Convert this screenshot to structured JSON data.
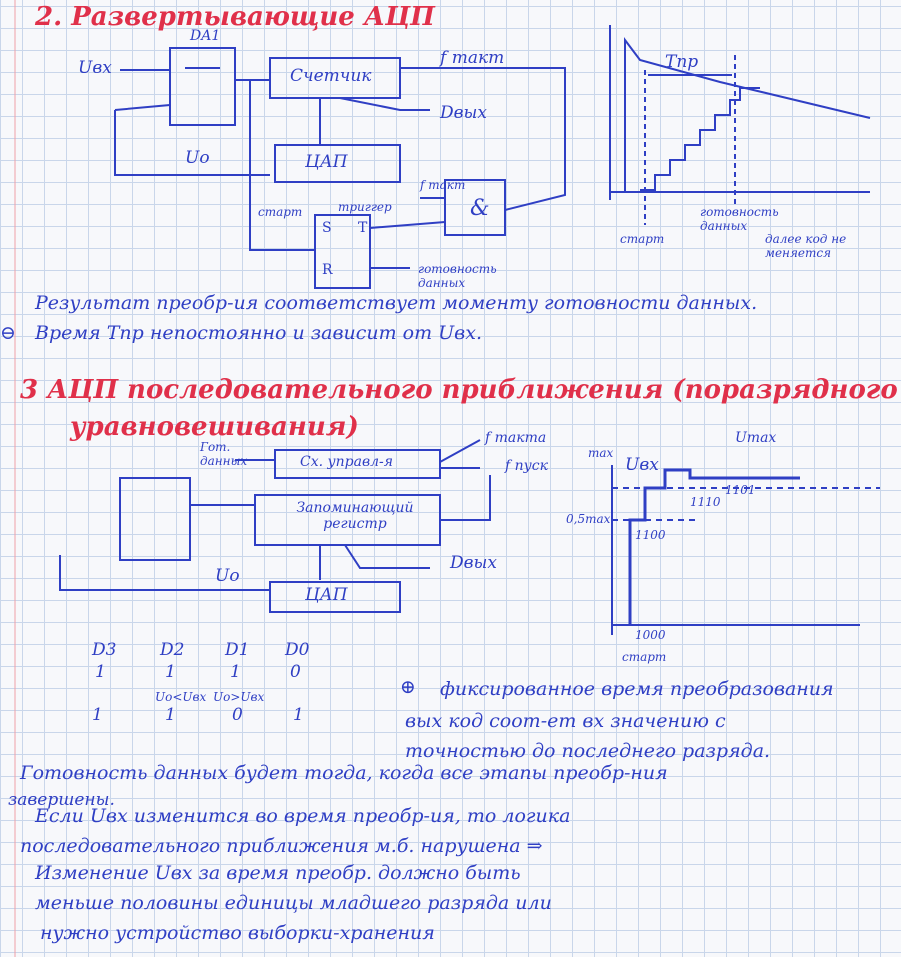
{
  "section2": {
    "title": "2. Развертывающие АЦП",
    "diagram": {
      "opamp": "DA1",
      "input": "Uвх",
      "counter": "Счетчик",
      "clock": "f такт",
      "output": "Dвых",
      "feedback": "Uо",
      "dac": "ЦАП",
      "start": "старт",
      "trigger": "триггер",
      "s": "S",
      "t": "T",
      "r": "R",
      "and_gate": "&",
      "gate_clock": "f такт",
      "ready": "готовность данных"
    },
    "graph": {
      "period": "Tпр",
      "start": "старт",
      "ready": "готовность данных",
      "note": "далее код не меняется"
    },
    "result_text": "Результат преобр-ия соответствует моменту готовности данных.",
    "minus_text": "Время Tпр непостоянно и зависит от Uвх."
  },
  "section3": {
    "title_line1": "3 АЦП последовательного приближения (поразрядного",
    "title_line2": "уравновешивания)",
    "diagram": {
      "ready": "Гот. данных",
      "control": "Сх. управл-я",
      "clock": "f такта",
      "launch": "f пуск",
      "register": "Запоминающий регистр",
      "output": "Dвых",
      "feedback": "Uо",
      "dac": "ЦАП"
    },
    "graph": {
      "umax": "Umax",
      "max": "max",
      "input": "Uвх",
      "half": "0,5max",
      "codes": [
        "1000",
        "1100",
        "1110",
        "1101"
      ],
      "start": "старт"
    },
    "table": {
      "headers": [
        "D3",
        "D2",
        "D1",
        "D0"
      ],
      "row1": [
        "1",
        "1",
        "1",
        "0"
      ],
      "conditions": [
        "Uо<Uвх",
        "Uо>Uвх"
      ],
      "row2": [
        "1",
        "1",
        "0",
        "1"
      ]
    },
    "plus_lines": [
      "фиксированное время преобразования",
      "вых код соот-ет вх значению с",
      "точностью до последнего разряда."
    ],
    "notes": [
      "Готовность данных будет тогда, когда все этапы преобр-ния",
      "завершены.",
      "Если Uвх изменится во время преобр-ия, то логика",
      "последовательного приближения м.б. нарушена ⇒",
      "Изменение Uвх за время преобр. должно быть",
      "меньше половины единицы младшего разряда или",
      "нужно устройство выборки-хранения"
    ]
  }
}
